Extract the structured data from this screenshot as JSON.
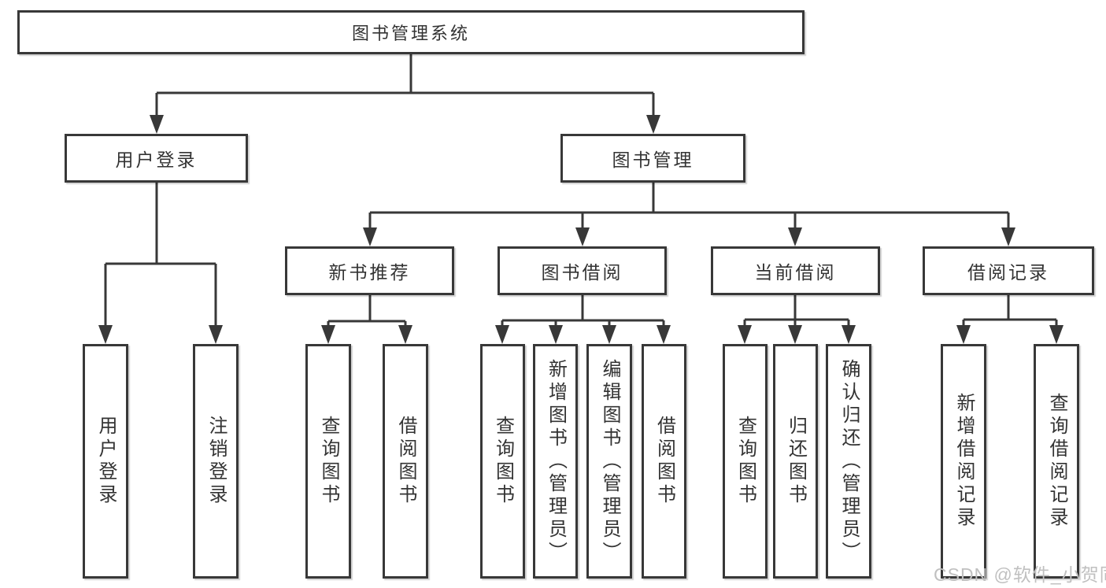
{
  "diagram": {
    "title": "图书管理系统",
    "type": "function-structure-tree"
  },
  "nodes": {
    "root": {
      "label": "图书管理系统"
    },
    "level2": [
      {
        "label": "用户登录"
      },
      {
        "label": "图书管理"
      }
    ],
    "level3": [
      {
        "label": "新书推荐",
        "parent": "图书管理"
      },
      {
        "label": "图书借阅",
        "parent": "图书管理"
      },
      {
        "label": "当前借阅",
        "parent": "图书管理"
      },
      {
        "label": "借阅记录",
        "parent": "图书管理"
      }
    ],
    "leaves": [
      {
        "label": "用户登录",
        "parent": "用户登录"
      },
      {
        "label": "注销登录",
        "parent": "用户登录"
      },
      {
        "label": "查询图书",
        "parent": "新书推荐"
      },
      {
        "label": "借阅图书",
        "parent": "新书推荐"
      },
      {
        "label": "查询图书",
        "parent": "图书借阅"
      },
      {
        "label": "新增图书（管理员）",
        "parent": "图书借阅"
      },
      {
        "label": "编辑图书（管理员）",
        "parent": "图书借阅"
      },
      {
        "label": "借阅图书",
        "parent": "图书借阅"
      },
      {
        "label": "查询图书",
        "parent": "当前借阅"
      },
      {
        "label": "归还图书",
        "parent": "当前借阅"
      },
      {
        "label": "确认归还（管理员）",
        "parent": "当前借阅"
      },
      {
        "label": "新增借阅记录",
        "parent": "借阅记录"
      },
      {
        "label": "查询借阅记录",
        "parent": "借阅记录"
      }
    ]
  },
  "watermark": {
    "text": "CSDN @软件_小贺同学"
  },
  "colors": {
    "line": "#383838",
    "text": "#333333",
    "background": "#ffffff",
    "watermark": "#c0c0c0"
  }
}
